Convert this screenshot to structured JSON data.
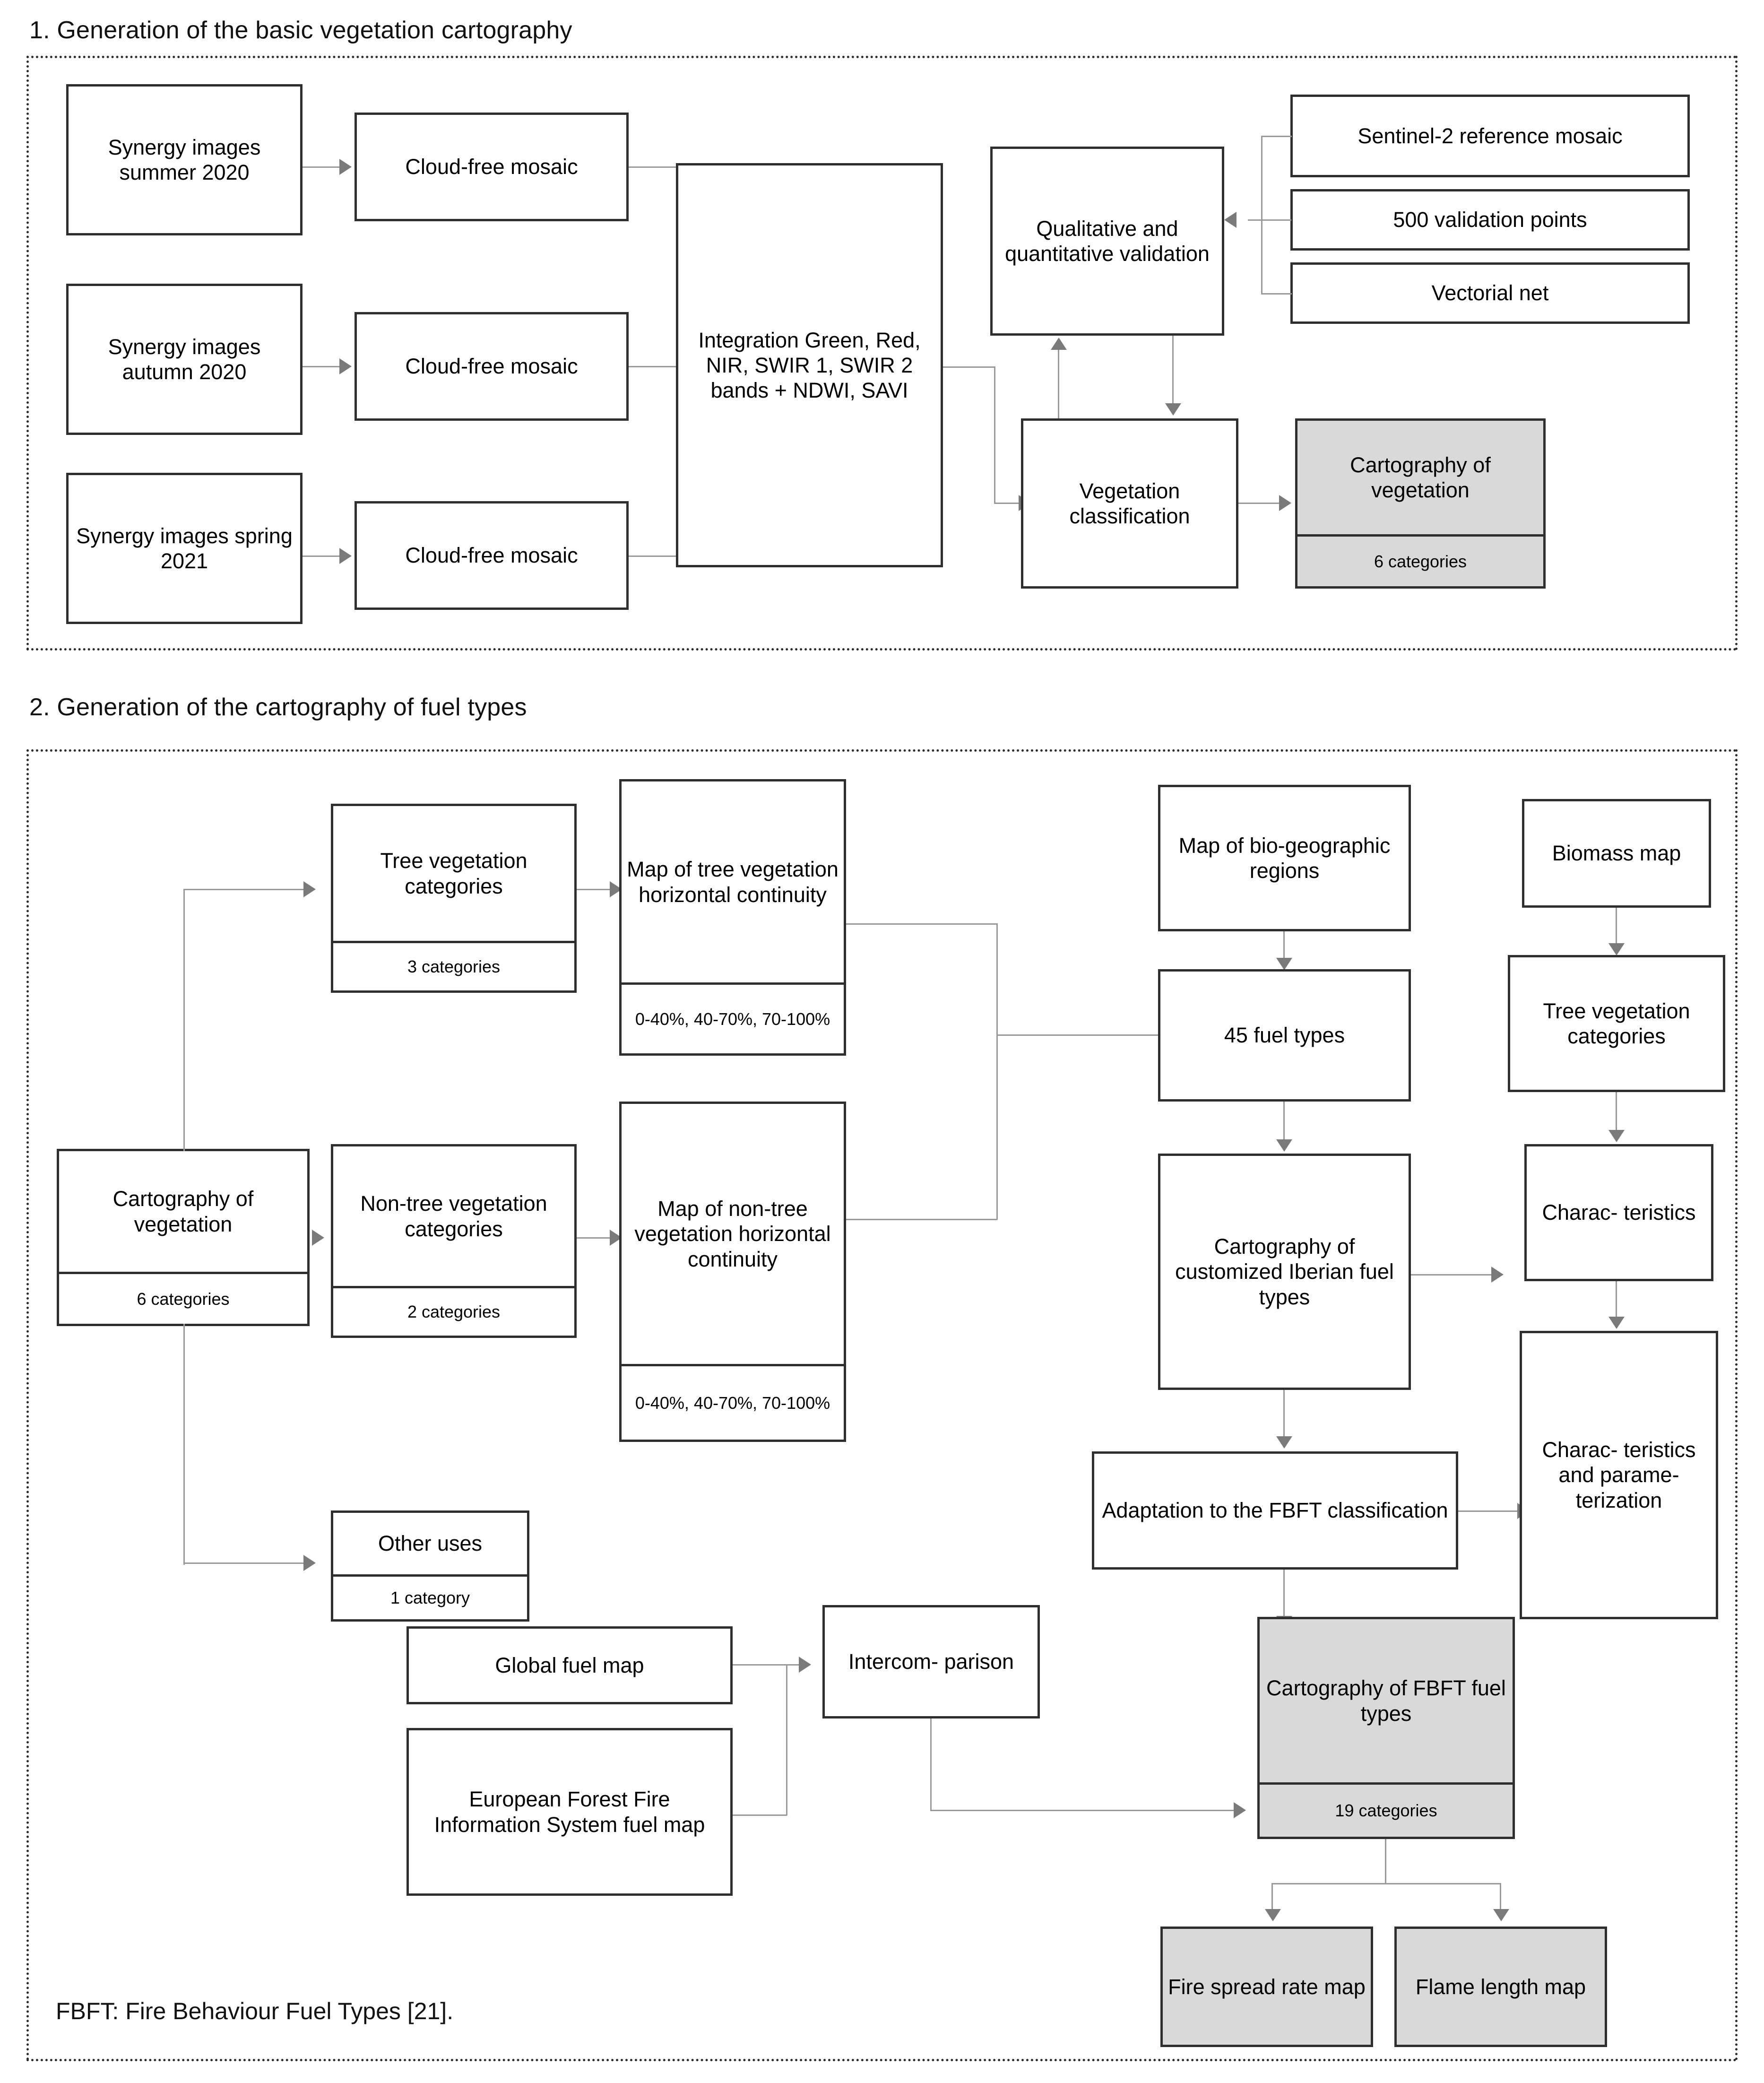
{
  "figure": {
    "type": "flowchart",
    "sections": [
      {
        "id": "section-1",
        "title": "1. Generation of the basic vegetation cartography"
      },
      {
        "id": "section-2",
        "title": "2. Generation of the cartography of fuel types"
      }
    ],
    "footnote": "FBFT: Fire Behaviour Fuel Types [21].",
    "colors": {
      "shaded_fill": "#d9d9d9",
      "box_stroke": "#2f2f2f",
      "connector": "#9a9a9a",
      "panel_border": "#2b2b2b"
    }
  },
  "section1": {
    "nodes": {
      "synergy_summer": {
        "main": "Synergy images summer 2020"
      },
      "synergy_autumn": {
        "main": "Synergy images autumn 2020"
      },
      "synergy_spring": {
        "main": "Synergy images spring 2021"
      },
      "mosaic_1": {
        "main": "Cloud-free mosaic"
      },
      "mosaic_2": {
        "main": "Cloud-free mosaic"
      },
      "mosaic_3": {
        "main": "Cloud-free mosaic"
      },
      "integration": {
        "main": "Integration Green, Red, NIR, SWIR 1, SWIR 2 bands + NDWI, SAVI"
      },
      "validation": {
        "main": "Qualitative and quantitative validation"
      },
      "sentinel_mosaic": {
        "main": "Sentinel-2 reference mosaic"
      },
      "validation_points": {
        "main": "500 validation points"
      },
      "vectorial_net": {
        "main": "Vectorial net"
      },
      "veg_classification": {
        "main": "Vegetation classification"
      },
      "cartography_vegetation": {
        "main": "Cartography of vegetation",
        "sub": "6 categories"
      }
    }
  },
  "section2": {
    "nodes": {
      "cartography_vegetation": {
        "main": "Cartography of vegetation",
        "sub": "6 categories"
      },
      "tree_categories": {
        "main": "Tree vegetation categories",
        "sub": "3 categories"
      },
      "map_tree": {
        "main": "Map of tree vegetation horizontal continuity",
        "sub": "0-40%, 40-70%, 70-100%"
      },
      "nontree_categories": {
        "main": "Non-tree vegetation categories",
        "sub": "2 categories"
      },
      "map_nontree": {
        "main": "Map of non-tree vegetation horizontal continuity",
        "sub": "0-40%, 40-70%, 70-100%"
      },
      "other_uses": {
        "main": "Other uses",
        "sub": "1 category"
      },
      "bio_regions": {
        "main": "Map of bio-geographic regions"
      },
      "fuel_types_45": {
        "main": "45 fuel types"
      },
      "cartography_iberian": {
        "main": "Cartography of customized Iberian fuel types"
      },
      "adaptation_fbft": {
        "main": "Adaptation to the FBFT classification"
      },
      "biomass_map": {
        "main": "Biomass map"
      },
      "tree_categories_right": {
        "main": "Tree vegetation categories"
      },
      "characteristics": {
        "main": "Charac- teristics"
      },
      "characteristics_param": {
        "main": "Charac- teristics and parame- terization"
      },
      "global_fuel_map": {
        "main": "Global fuel map"
      },
      "efis_fuel_map": {
        "main": "European Forest Fire Information System fuel map"
      },
      "intercomparison": {
        "main": "Intercom- parison"
      },
      "cartography_fbft": {
        "main": "Cartography of FBFT fuel types",
        "sub": "19 categories"
      },
      "fire_spread": {
        "main": "Fire spread rate map"
      },
      "flame_length": {
        "main": "Flame length map"
      }
    }
  }
}
